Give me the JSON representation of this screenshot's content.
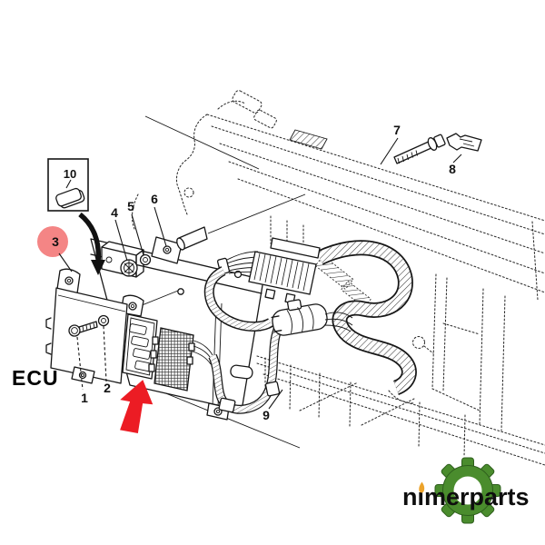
{
  "diagram": {
    "title_label": "ECU",
    "callouts": {
      "1": "1",
      "2": "2",
      "3": "3",
      "4": "4",
      "5": "5",
      "6": "6",
      "7": "7",
      "8": "8",
      "9": "9",
      "10": "10"
    },
    "highlighted_callout": "3",
    "colors": {
      "highlight_circle_fill": "#f48585",
      "highlight_number": "#8c1d1d",
      "pointer_arrow_red": "#ec1c24",
      "line_art": "#161616"
    }
  },
  "logo": {
    "text": "nimerparts",
    "gear_color": "#4a8c2d",
    "flame_color": "#eca32b"
  }
}
